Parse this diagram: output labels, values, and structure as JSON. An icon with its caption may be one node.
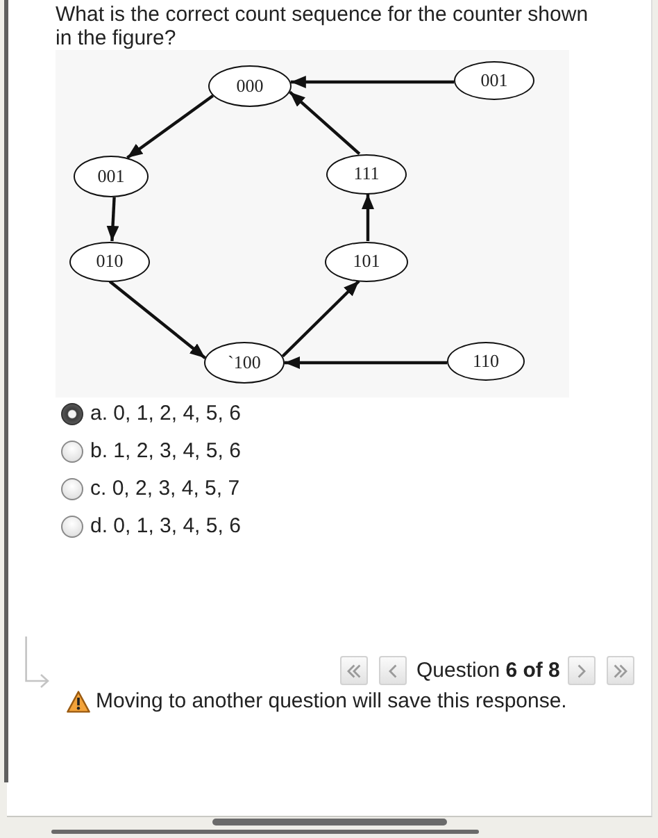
{
  "diagram": {
    "title": "What is the correct count sequence for the counter shown in the figure?",
    "nodes": [
      {
        "text": [
          "000"
        ]
      },
      {
        "text": [
          "001"
        ]
      },
      {
        "text": [
          "001"
        ]
      },
      {
        "text": [
          "111"
        ]
      },
      {
        "text": [
          "010"
        ]
      },
      {
        "text": [
          "101"
        ]
      },
      {
        "text": [
          "`100"
        ]
      },
      {
        "text": [
          "110"
        ]
      }
    ],
    "edges": [
      {
        "from": 1,
        "to": 0,
        "arrow": "to"
      },
      {
        "from": 0,
        "to": 2,
        "arrow": "to"
      },
      {
        "from": 3,
        "to": 0,
        "arrow": "to"
      },
      {
        "from": 2,
        "to": 4,
        "arrow": "to"
      },
      {
        "from": 5,
        "to": 3,
        "arrow": "to"
      },
      {
        "from": 4,
        "to": 6,
        "arrow": "to"
      },
      {
        "from": 6,
        "to": 5,
        "arrow": "to"
      },
      {
        "from": 7,
        "to": 6,
        "arrow": "to"
      }
    ],
    "labels": [
      "a. 0, 1, 2, 4, 5, 6",
      "b. 1, 2, 3, 4, 5, 6",
      "c. 0, 2, 3, 4, 5, 7",
      "d. 0, 1, 3, 4, 5, 6",
      "Question **6 of 8**",
      "Moving to another question will save this response."
    ]
  }
}
